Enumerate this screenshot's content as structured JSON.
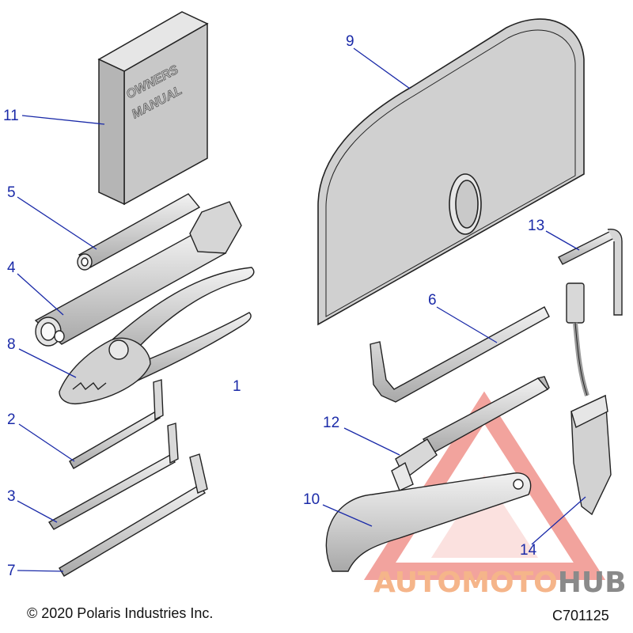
{
  "callouts": {
    "c1": "1",
    "c2": "2",
    "c3": "3",
    "c4": "4",
    "c5": "5",
    "c6": "6",
    "c7": "7",
    "c8": "8",
    "c9": "9",
    "c10": "10",
    "c11": "11",
    "c12": "12",
    "c13": "13",
    "c14": "14"
  },
  "book": {
    "line1": "OWNERS",
    "line2": "MANUAL"
  },
  "footer": {
    "copyright": "© 2020 Polaris Industries Inc.",
    "code": "C701125"
  },
  "watermark": {
    "part1": "AUTOMOTO",
    "part2": "HUB"
  },
  "colors": {
    "callout": "#1a2aa8",
    "part_fill": "#d4d4d4",
    "outline": "#222222",
    "watermark_red": "#e8584e",
    "watermark_orange": "#f5b58a"
  }
}
